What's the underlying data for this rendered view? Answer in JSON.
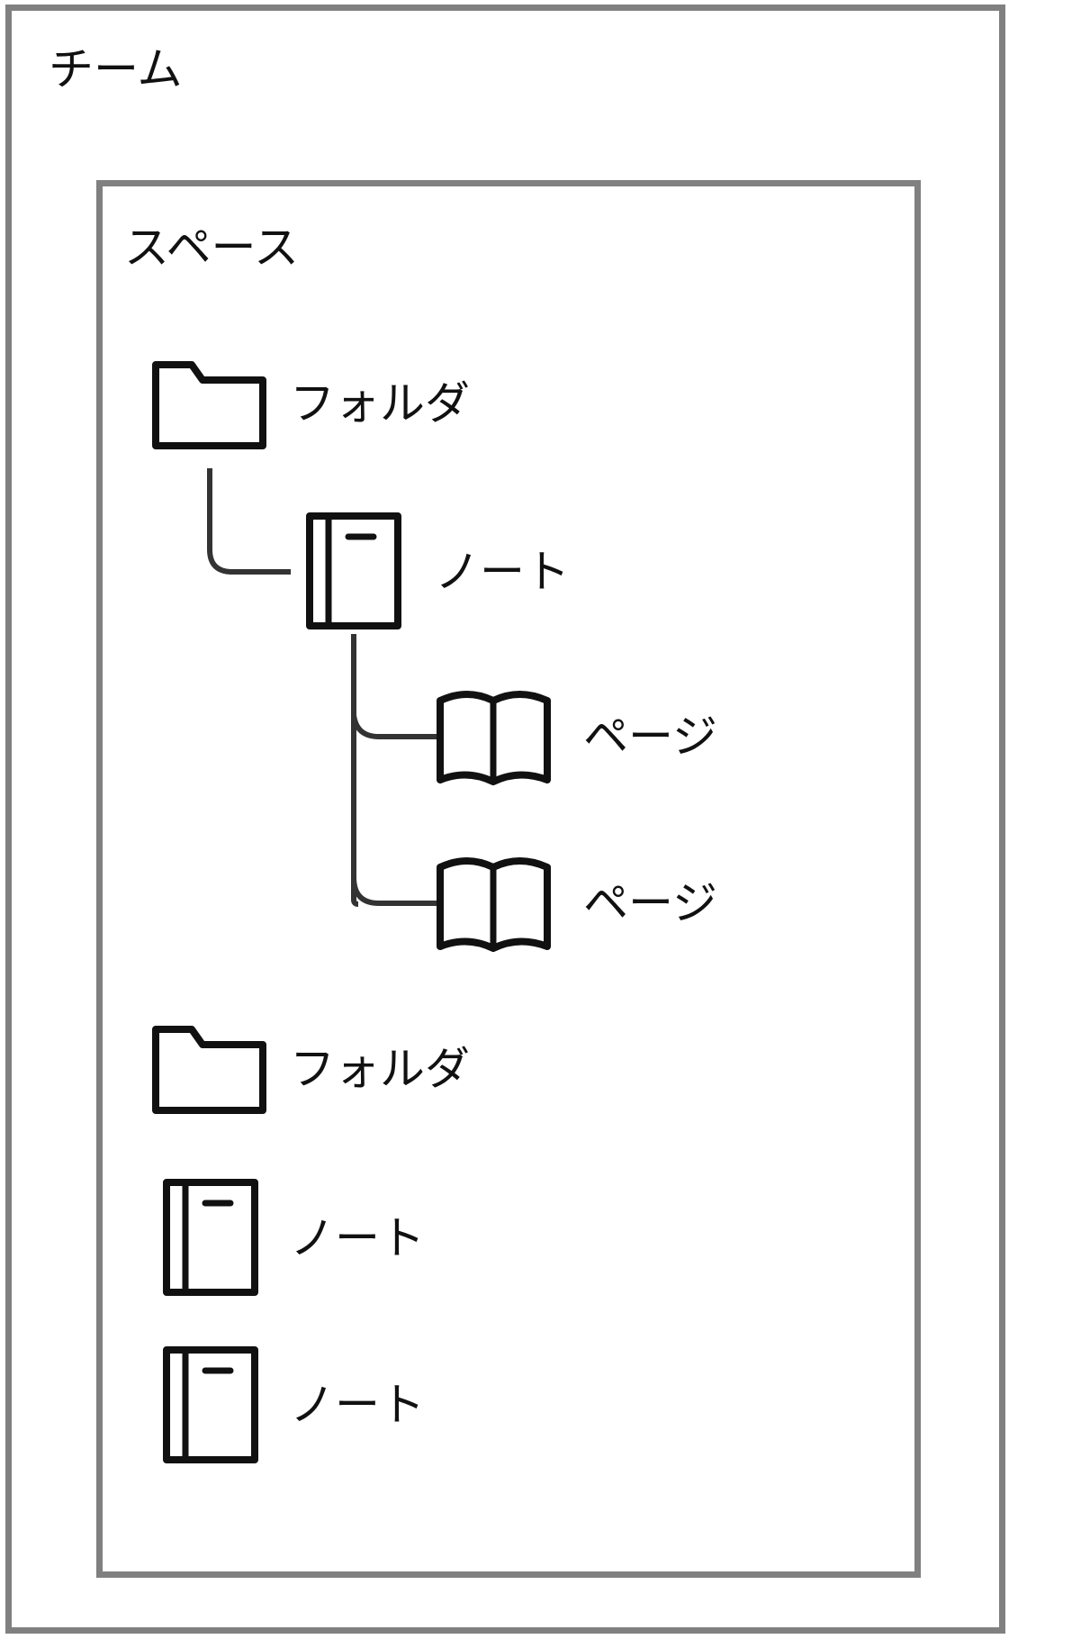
{
  "team": {
    "label": "チーム"
  },
  "space": {
    "label": "スペース"
  },
  "tree": {
    "folder1": {
      "label": "フォルダ",
      "icon": "folder-icon"
    },
    "note1": {
      "label": "ノート",
      "icon": "notebook-icon"
    },
    "page1": {
      "label": "ページ",
      "icon": "open-book-icon"
    },
    "page2": {
      "label": "ページ",
      "icon": "open-book-icon"
    },
    "folder2": {
      "label": "フォルダ",
      "icon": "folder-icon"
    },
    "note2": {
      "label": "ノート",
      "icon": "notebook-icon"
    },
    "note3": {
      "label": "ノート",
      "icon": "notebook-icon"
    }
  },
  "colors": {
    "border": "#808080",
    "icon": "#111111",
    "connector": "#333333"
  }
}
